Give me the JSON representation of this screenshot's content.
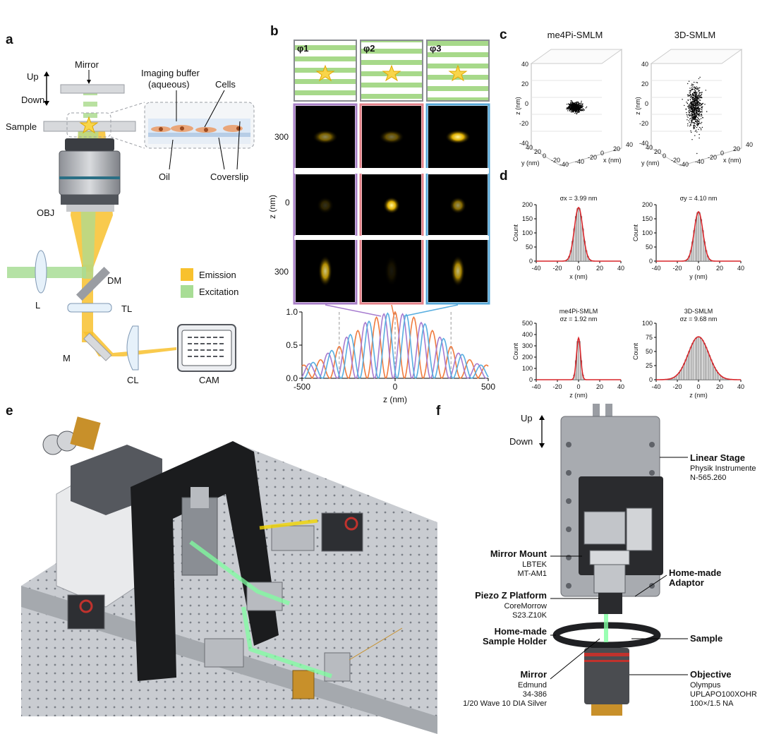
{
  "panels": {
    "a": "a",
    "b": "b",
    "c": "c",
    "d": "d",
    "e": "e",
    "f": "f"
  },
  "a": {
    "up": "Up",
    "down": "Down",
    "mirror": "Mirror",
    "sample": "Sample",
    "imaging_buffer": "Imaging buffer",
    "aqueous": "(aqueous)",
    "cells": "Cells",
    "oil": "Oil",
    "coverslip": "Coverslip",
    "obj": "OBJ",
    "dm": "DM",
    "l": "L",
    "tl": "TL",
    "m": "M",
    "cl": "CL",
    "cam": "CAM",
    "emission": "Emission",
    "excitation": "Excitation",
    "colors": {
      "emission": "#f8c12e",
      "excitation": "#a8dd95"
    }
  },
  "b": {
    "phases": [
      "φ1",
      "φ2",
      "φ3"
    ],
    "z_axis_label": "z (nm)",
    "row_labels": [
      "300",
      "0",
      "300"
    ],
    "frame_colors": [
      "#a87fc7",
      "#e4828a",
      "#58a8d8"
    ],
    "psf_intensity": [
      [
        0.55,
        0.45,
        1.0
      ],
      [
        0.2,
        1.0,
        0.6
      ],
      [
        0.8,
        0.1,
        0.75
      ]
    ]
  },
  "chart_data": [
    {
      "type": "line",
      "panel": "b",
      "xlabel": "z (nm)",
      "ylabel": "",
      "xlim": [
        -500,
        500
      ],
      "ylim": [
        0,
        1.0
      ],
      "xticks": [
        "-500",
        "0",
        "500"
      ],
      "yticks": [
        "0.0",
        "0.5",
        "1.0"
      ],
      "series": [
        {
          "color": "#f07b3f",
          "peaks_nm": [
            -490,
            -400,
            -300,
            -200,
            -100,
            0,
            100,
            200,
            300,
            400,
            490
          ],
          "heights": [
            0.2,
            0.28,
            0.48,
            0.72,
            0.92,
            1.0,
            0.92,
            0.72,
            0.48,
            0.28,
            0.2
          ]
        },
        {
          "color": "#a67bcf",
          "peaks_nm": [
            -460,
            -360,
            -260,
            -160,
            -60,
            40,
            140,
            240,
            340,
            440
          ],
          "heights": [
            0.22,
            0.38,
            0.62,
            0.84,
            0.97,
            0.97,
            0.84,
            0.62,
            0.38,
            0.22
          ]
        },
        {
          "color": "#58aee0",
          "peaks_nm": [
            -440,
            -340,
            -240,
            -140,
            -40,
            60,
            160,
            260,
            360,
            460
          ],
          "heights": [
            0.24,
            0.42,
            0.66,
            0.86,
            0.98,
            0.96,
            0.82,
            0.6,
            0.36,
            0.2
          ]
        }
      ]
    },
    {
      "type": "scatter",
      "panel": "c",
      "title": "me4Pi-SMLM",
      "axes": {
        "x": "x (nm)",
        "y": "y (nm)",
        "z": "z (nm)"
      },
      "ticks": [
        "40",
        "20",
        "0",
        "-20",
        "-40"
      ],
      "spread_nm": {
        "x": 4.0,
        "y": 4.1,
        "z": 1.9
      }
    },
    {
      "type": "scatter",
      "panel": "c",
      "title": "3D-SMLM",
      "axes": {
        "x": "x (nm)",
        "y": "y (nm)",
        "z": "z (nm)"
      },
      "ticks": [
        "40",
        "20",
        "0",
        "-20",
        "-40"
      ],
      "spread_nm": {
        "x": 4.0,
        "y": 4.1,
        "z": 9.7
      }
    },
    {
      "type": "bar",
      "panel": "d",
      "title": "σx = 3.99 nm",
      "sigma_nm": 3.99,
      "xlabel": "x (nm)",
      "ylabel": "Count",
      "xlim": [
        -40,
        40
      ],
      "ylim": [
        0,
        200
      ],
      "xticks": [
        "-40",
        "-20",
        "0",
        "20",
        "40"
      ],
      "yticks": [
        "0",
        "50",
        "100",
        "150",
        "200"
      ],
      "peak": 190
    },
    {
      "type": "bar",
      "panel": "d",
      "title": "σy = 4.10 nm",
      "sigma_nm": 4.1,
      "xlabel": "y (nm)",
      "ylabel": "Count",
      "xlim": [
        -40,
        40
      ],
      "ylim": [
        0,
        200
      ],
      "xticks": [
        "-40",
        "-20",
        "0",
        "20",
        "40"
      ],
      "yticks": [
        "0",
        "50",
        "100",
        "150",
        "200"
      ],
      "peak": 175
    },
    {
      "type": "bar",
      "panel": "d",
      "title": "me4Pi-SMLM",
      "subtitle": "σz = 1.92 nm",
      "sigma_nm": 1.92,
      "xlabel": "z (nm)",
      "ylabel": "Count",
      "xlim": [
        -40,
        40
      ],
      "ylim": [
        0,
        500
      ],
      "xticks": [
        "-40",
        "-20",
        "0",
        "20",
        "40"
      ],
      "yticks": [
        "0",
        "100",
        "200",
        "300",
        "400",
        "500"
      ],
      "peak": 370
    },
    {
      "type": "bar",
      "panel": "d",
      "title": "3D-SMLM",
      "subtitle": "σz = 9.68 nm",
      "sigma_nm": 9.68,
      "xlabel": "z (nm)",
      "ylabel": "Count",
      "xlim": [
        -40,
        40
      ],
      "ylim": [
        0,
        100
      ],
      "xticks": [
        "-40",
        "-20",
        "0",
        "20",
        "40"
      ],
      "yticks": [
        "0",
        "25",
        "50",
        "75",
        "100"
      ],
      "peak": 76
    }
  ],
  "f": {
    "up": "Up",
    "down": "Down",
    "callouts": [
      {
        "title": "Linear Stage",
        "lines": [
          "Physik Instrumente",
          "N-565.260"
        ]
      },
      {
        "title": "Mirror Mount",
        "lines": [
          "LBTEK",
          "MT-AM1"
        ]
      },
      {
        "title": "Home-made",
        "lines": [
          "Adaptor"
        ],
        "both_bold": true
      },
      {
        "title": "Piezo Z Platform",
        "lines": [
          "CoreMorrow",
          "S23.Z10K"
        ]
      },
      {
        "title": "Home-made",
        "lines": [
          "Sample Holder"
        ],
        "both_bold": true
      },
      {
        "title": "Sample",
        "lines": []
      },
      {
        "title": "Mirror",
        "lines": [
          "Edmund",
          "34-386",
          "1/20 Wave 10 DIA Silver"
        ]
      },
      {
        "title": "Objective",
        "lines": [
          "Olympus",
          "UPLAPO100XOHR",
          "100×/1.5 NA"
        ]
      }
    ]
  }
}
